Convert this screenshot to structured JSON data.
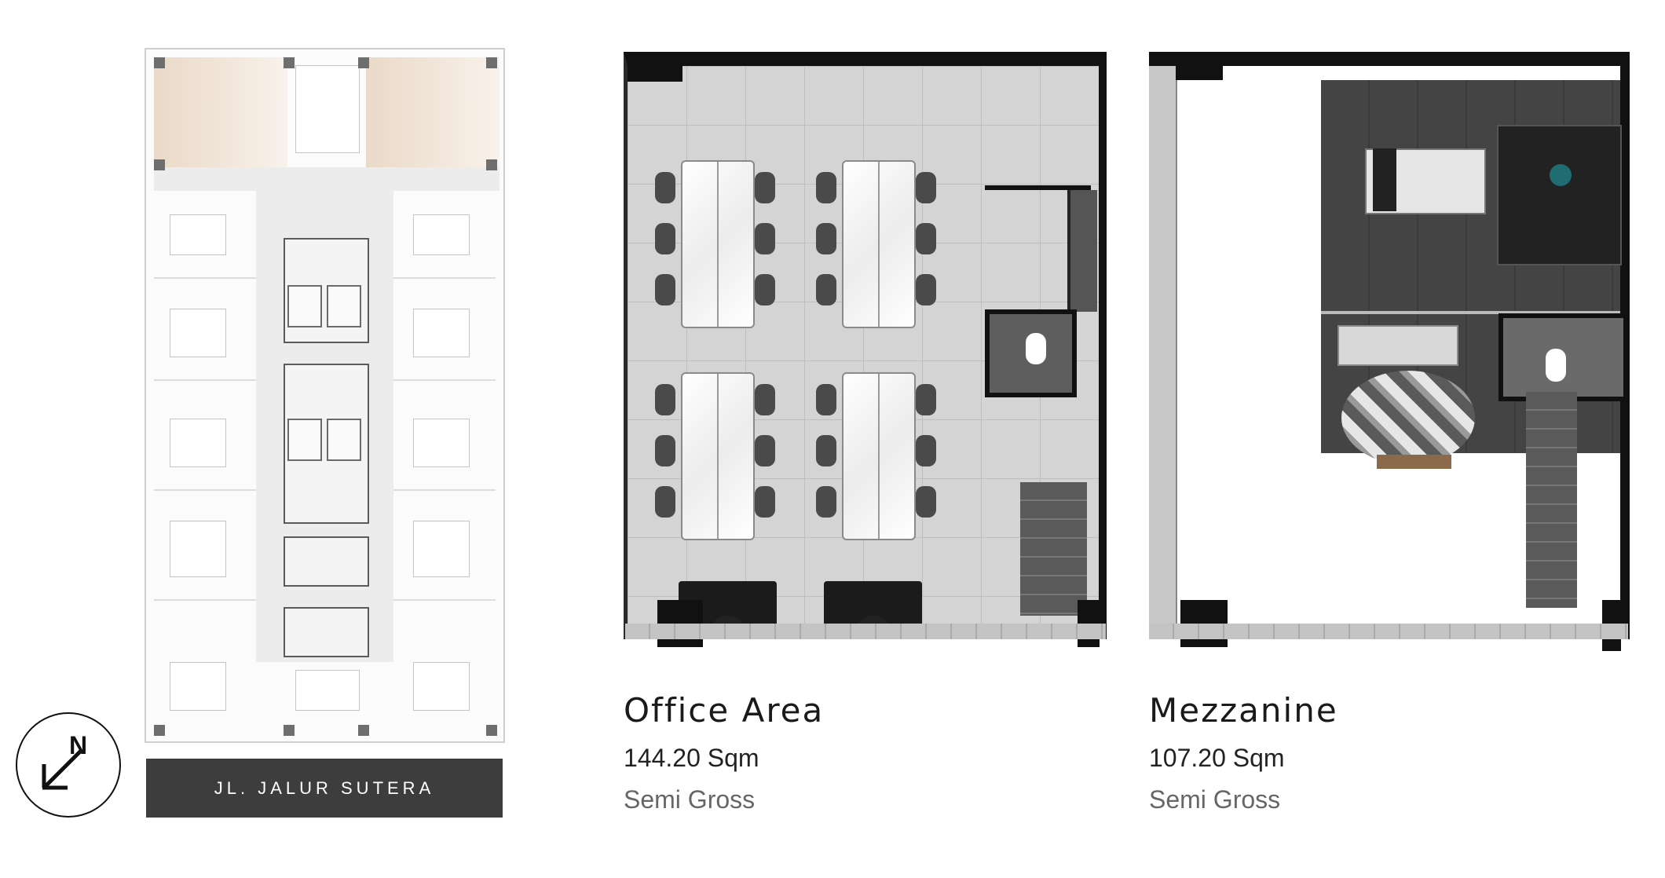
{
  "site_plan": {
    "street_label": "JL. JALUR SUTERA",
    "compass_letter": "N"
  },
  "office": {
    "title": "Office Area",
    "area": "144.20 Sqm",
    "basis": "Semi Gross"
  },
  "mezzanine": {
    "title": "Mezzanine",
    "area": "107.20 Sqm",
    "basis": "Semi Gross"
  }
}
